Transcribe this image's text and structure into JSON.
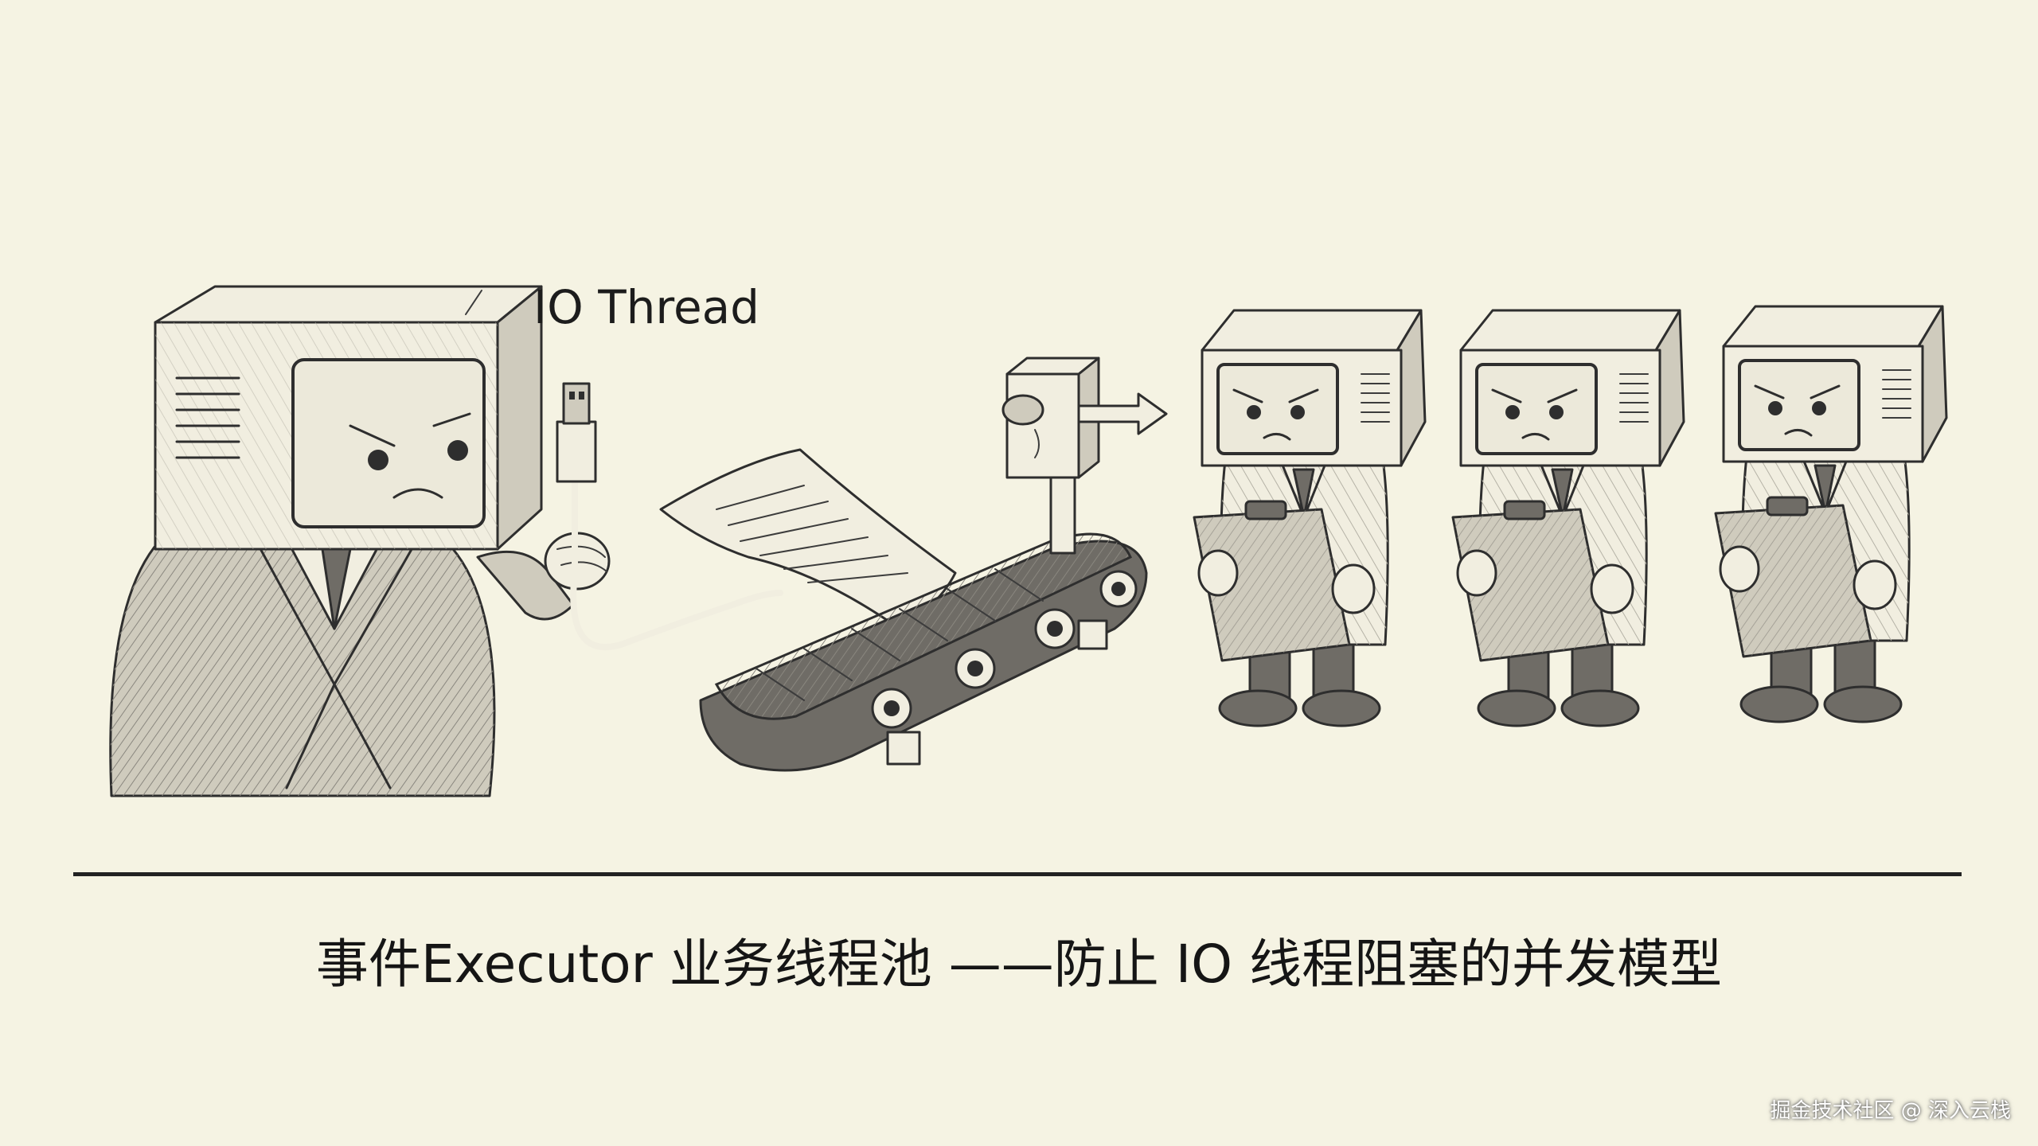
{
  "illustration": {
    "io_thread_label": "IO Thread",
    "caption": "事件Executor 业务线程池 ——防止 IO 线程阻塞的并发模型"
  },
  "watermark": {
    "text": "掘金技术社区 @ 深入云栈"
  },
  "colors": {
    "background": "#f5f3e3",
    "ink": "#2e2e2e",
    "divider": "#222222"
  },
  "icons": {
    "io_thread_figure": "monitor-head-businessman-icon",
    "cable": "usb-cable-icon",
    "document": "paper-document-icon",
    "conveyor": "conveyor-belt-icon",
    "dispatcher": "dispatch-box-icon",
    "arrow": "right-arrow-icon",
    "workers": "monitor-head-worker-with-clipboard-icon"
  }
}
